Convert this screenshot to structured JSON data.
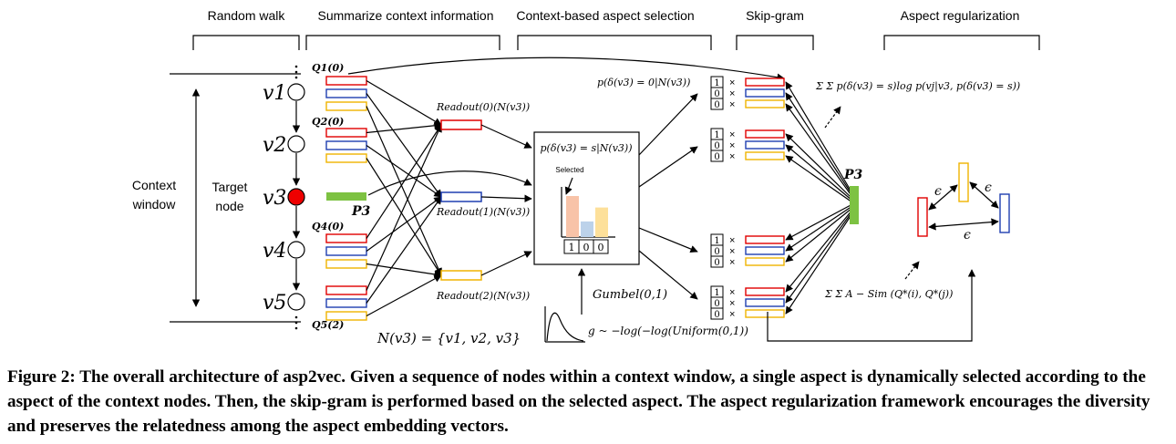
{
  "headers": {
    "random_walk": "Random walk",
    "summarize": "Summarize context information",
    "aspect_selection": "Context-based aspect selection",
    "skip_gram": "Skip-gram",
    "aspect_regularization": "Aspect regularization"
  },
  "nodes": [
    "v1",
    "v2",
    "v3",
    "v4",
    "v5"
  ],
  "labels": {
    "context_window_1": "Context",
    "context_window_2": "window",
    "target_node_1": "Target",
    "target_node_2": "node",
    "q1": "Q1(0)",
    "q2": "Q2(0)",
    "q4": "Q4(0)",
    "q5": "Q5(2)",
    "p3": "P3",
    "readout0": "Readout(0)(N(v3))",
    "readout1": "Readout(1)(N(v3))",
    "readout2": "Readout(2)(N(v3))",
    "neighborhood": "N(v3) = {v1, v2, v3}",
    "selection_prob": "p(δ(v3) = s|N(v3))",
    "selected": "Selected",
    "selection_vector": [
      "1",
      "0",
      "0"
    ],
    "gumbel": "Gumbel(0,1)",
    "gumbel_formula": "g ~ −log(−log(Uniform(0,1))",
    "zero_prob": "p(δ(v3) = 0|N(v3))",
    "skipgram_loss": "Σ Σ p(δ(v3) = s)log p(vj|v3, p(δ(v3) = s))",
    "skipgram_vector": [
      "1",
      "0",
      "0"
    ],
    "times": "×",
    "epsilon": "ϵ",
    "reg_loss": "Σ Σ A − Sim (Q*(i), Q*(j))"
  },
  "colors": {
    "red": "#e00000",
    "blue": "#1f3fb0",
    "yellow": "#f0b400",
    "green": "#7dc242",
    "target_fill": "#ee0000",
    "bar_red": "#f8c3a8",
    "bar_blue": "#bcd2ea",
    "bar_yellow": "#fde09a"
  },
  "chart_data": {
    "type": "bar",
    "categories": [
      "",
      "",
      ""
    ],
    "values": [
      1.0,
      0.38,
      0.72
    ]
  },
  "caption": "Figure 2: The overall architecture of asp2vec. Given a sequence of nodes within a context window, a single aspect is dynamically selected according to the aspect of the context nodes. Then, the skip-gram is performed based on the selected aspect. The aspect regularization framework encourages the diversity and preserves the relatedness among the aspect embedding vectors."
}
